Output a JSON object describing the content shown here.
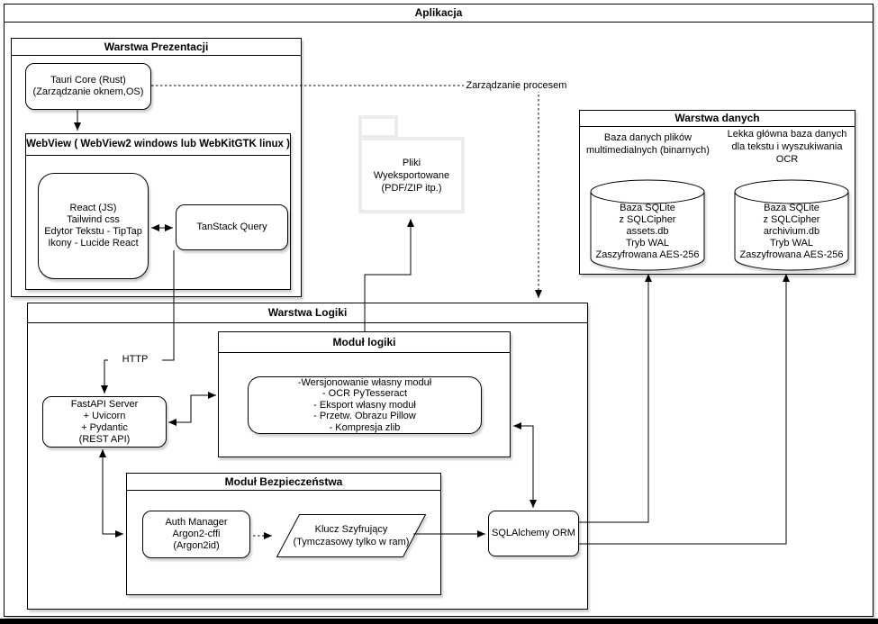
{
  "app": {
    "title": "Aplikacja"
  },
  "presentation": {
    "title": "Warstwa Prezentacji",
    "tauri": "Tauri Core (Rust)\n(Zarządzanie oknem,OS)",
    "webview_title": "WebView ( WebView2 windows  lub WebKitGTK linux )",
    "react_stack": "React (JS)\nTailwind css\nEdytor Tekstu - TipTap\nIkony - Lucide React",
    "tanstack": "TanStack Query"
  },
  "exported_files": {
    "label": "Pliki\nWyeksportowane\n(PDF/ZIP itp.)"
  },
  "data_layer": {
    "title": "Warstwa danych",
    "left_db_caption": "Baza danych plików\nmultimedialnych  (binarnych)",
    "right_db_caption": "Lekka główna baza danych\ndla tekstu i wyszukiwania\nOCR",
    "left_db": "Baza SQLite\nz SQLCipher\nassets.db\nTryb WAL\nZaszyfrowana AES-256",
    "right_db": "Baza SQLite\nz SQLCipher\narchivium.db\nTryb WAL\nZaszyfrowana AES-256"
  },
  "logic_layer": {
    "title": "Warstwa Logiki",
    "logic_module_title": "Moduł logiki",
    "logic_module_items": "-Wersjonowanie własny moduł\n- OCR PyTesseract\n- Eksport własny moduł\n- Przetw. Obrazu Pillow\n- Kompresja zlib",
    "fastapi": "FastAPI Server\n+ Uvicorn\n+ Pydantic\n(REST API)",
    "security_title": "Moduł Bezpieczeństwa",
    "auth": "Auth Manager\nArgon2-cffi\n(Argon2id)",
    "key": "Klucz Szyfrujący\n(Tymczasowy tylko w ram)",
    "orm": "SQLAlchemy ORM"
  },
  "connector_labels": {
    "process": "Zarządzanie procesem",
    "http": "HTTP"
  },
  "connections": [
    {
      "from": "Tauri Core",
      "to": "WebView",
      "style": "solid-arrow"
    },
    {
      "from": "React stack",
      "to": "TanStack Query",
      "style": "solid-both-arrows"
    },
    {
      "from": "TanStack Query",
      "to": "FastAPI Server",
      "style": "solid-arrow",
      "label": "HTTP"
    },
    {
      "from": "Tauri Core",
      "to": "Warstwa Logiki",
      "style": "dashed-arrow",
      "label": "Zarządzanie procesem"
    },
    {
      "from": "Moduł logiki",
      "to": "Pliki Wyeksportowane",
      "style": "solid-arrow"
    },
    {
      "from": "FastAPI Server",
      "to": "Moduł logiki",
      "style": "solid-both-arrows"
    },
    {
      "from": "FastAPI Server",
      "to": "Moduł Bezpieczeństwa",
      "style": "solid-both-arrows"
    },
    {
      "from": "Auth Manager",
      "to": "Klucz Szyfrujący",
      "style": "dashed-arrow"
    },
    {
      "from": "Klucz Szyfrujący",
      "to": "SQLAlchemy ORM",
      "style": "solid-arrow"
    },
    {
      "from": "Moduł logiki",
      "to": "SQLAlchemy ORM",
      "style": "solid-both-arrows"
    },
    {
      "from": "SQLAlchemy ORM",
      "to": "assets.db",
      "style": "solid-arrow"
    },
    {
      "from": "SQLAlchemy ORM",
      "to": "archivium.db",
      "style": "solid-arrow"
    }
  ],
  "colors": {
    "line": "#000000",
    "shape_fill": "#ffffff",
    "folder_border": "#ececec"
  }
}
